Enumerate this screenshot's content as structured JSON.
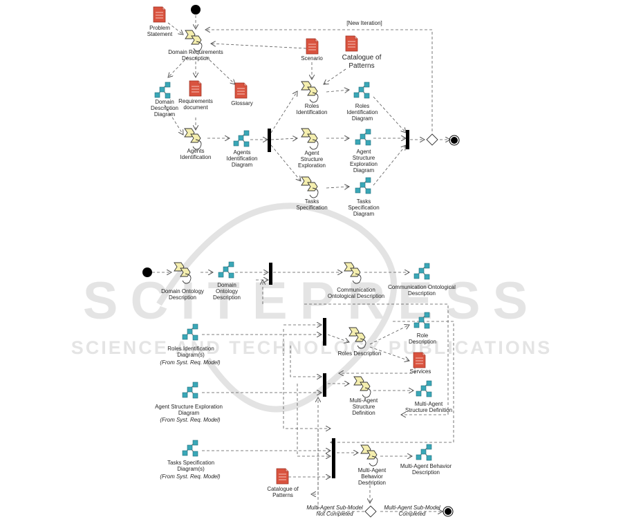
{
  "watermark": {
    "line1": "SCITEPRESS",
    "line2": "SCIENCE AND TECHNOLOGY PUBLICATIONS"
  },
  "top": {
    "new_iteration": "[New Iteration]",
    "problem_statement": "Problem\nStatement",
    "domain_requirements_description": "Domain Requirements\nDescription",
    "domain_description_diagram": "Domain\nDescription\nDiagram",
    "requirements_document": "Requirements\ndocument",
    "glossary": "Glossary",
    "agents_identification": "Agents\nIdentification",
    "agents_identification_diagram": "Agents\nIdentification\nDiagram",
    "scenario": "Scenario",
    "catalogue_of_patterns": "Catalogue of\nPatterns",
    "roles_identification": "Roles\nIdentification",
    "roles_identification_diagram": "Roles\nIdentification\nDiagram",
    "agent_structure_exploration": "Agent\nStructure\nExploration",
    "agent_structure_exploration_diagram": "Agent\nStructure\nExploration\nDiagram",
    "tasks_specification": "Tasks\nSpecification",
    "tasks_specification_diagram": "Tasks\nSpecification\nDiagram"
  },
  "bottom": {
    "domain_ontology_description_activity": "Domain Ontology\nDescription",
    "domain_ontology_description_product": "Domain\nOntology\nDescription",
    "communication_ontological_description_activity": "Communication\nOntological Description",
    "communication_ontological_description_product": "Communication Ontological\nDescription",
    "roles_identification_diagrams": "Roles Identification\nDiagram(s)",
    "roles_identification_source": "(From Syst. Req. Model)",
    "roles_description_activity": "Roles Description",
    "role_description_product": "Role\nDescription",
    "services": "Services",
    "agent_structure_exploration_diagram": "Agent Structure Exploration\nDiagram",
    "agent_structure_source": "(From Syst. Req. Model)",
    "mas_definition_activity": "Multi-Agent\nStructure\nDefinition",
    "mas_definition_product": "Multi-Agent\nStructure Definition",
    "tasks_specification_diagrams": "Tasks Specification\nDiagram(s)",
    "tasks_specification_source": "(From Syst. Req. Model)",
    "catalogue_of_patterns": "Catalogue of\nPatterns",
    "mab_description_activity": "Multi-Agent\nBehavior\nDescription",
    "mab_description_product": "Multi-Agent Behavior\nDescription",
    "not_completed_guard": "Multi-Agent Sub-Model\nNot Completed",
    "completed_guard": "Multi-Agent Sub-Model\nCompleted"
  },
  "colors": {
    "document_fill": "#d9533f",
    "activity_fill": "#f4eeae",
    "diagram_node": "#3aa7b7",
    "line": "#555555"
  }
}
